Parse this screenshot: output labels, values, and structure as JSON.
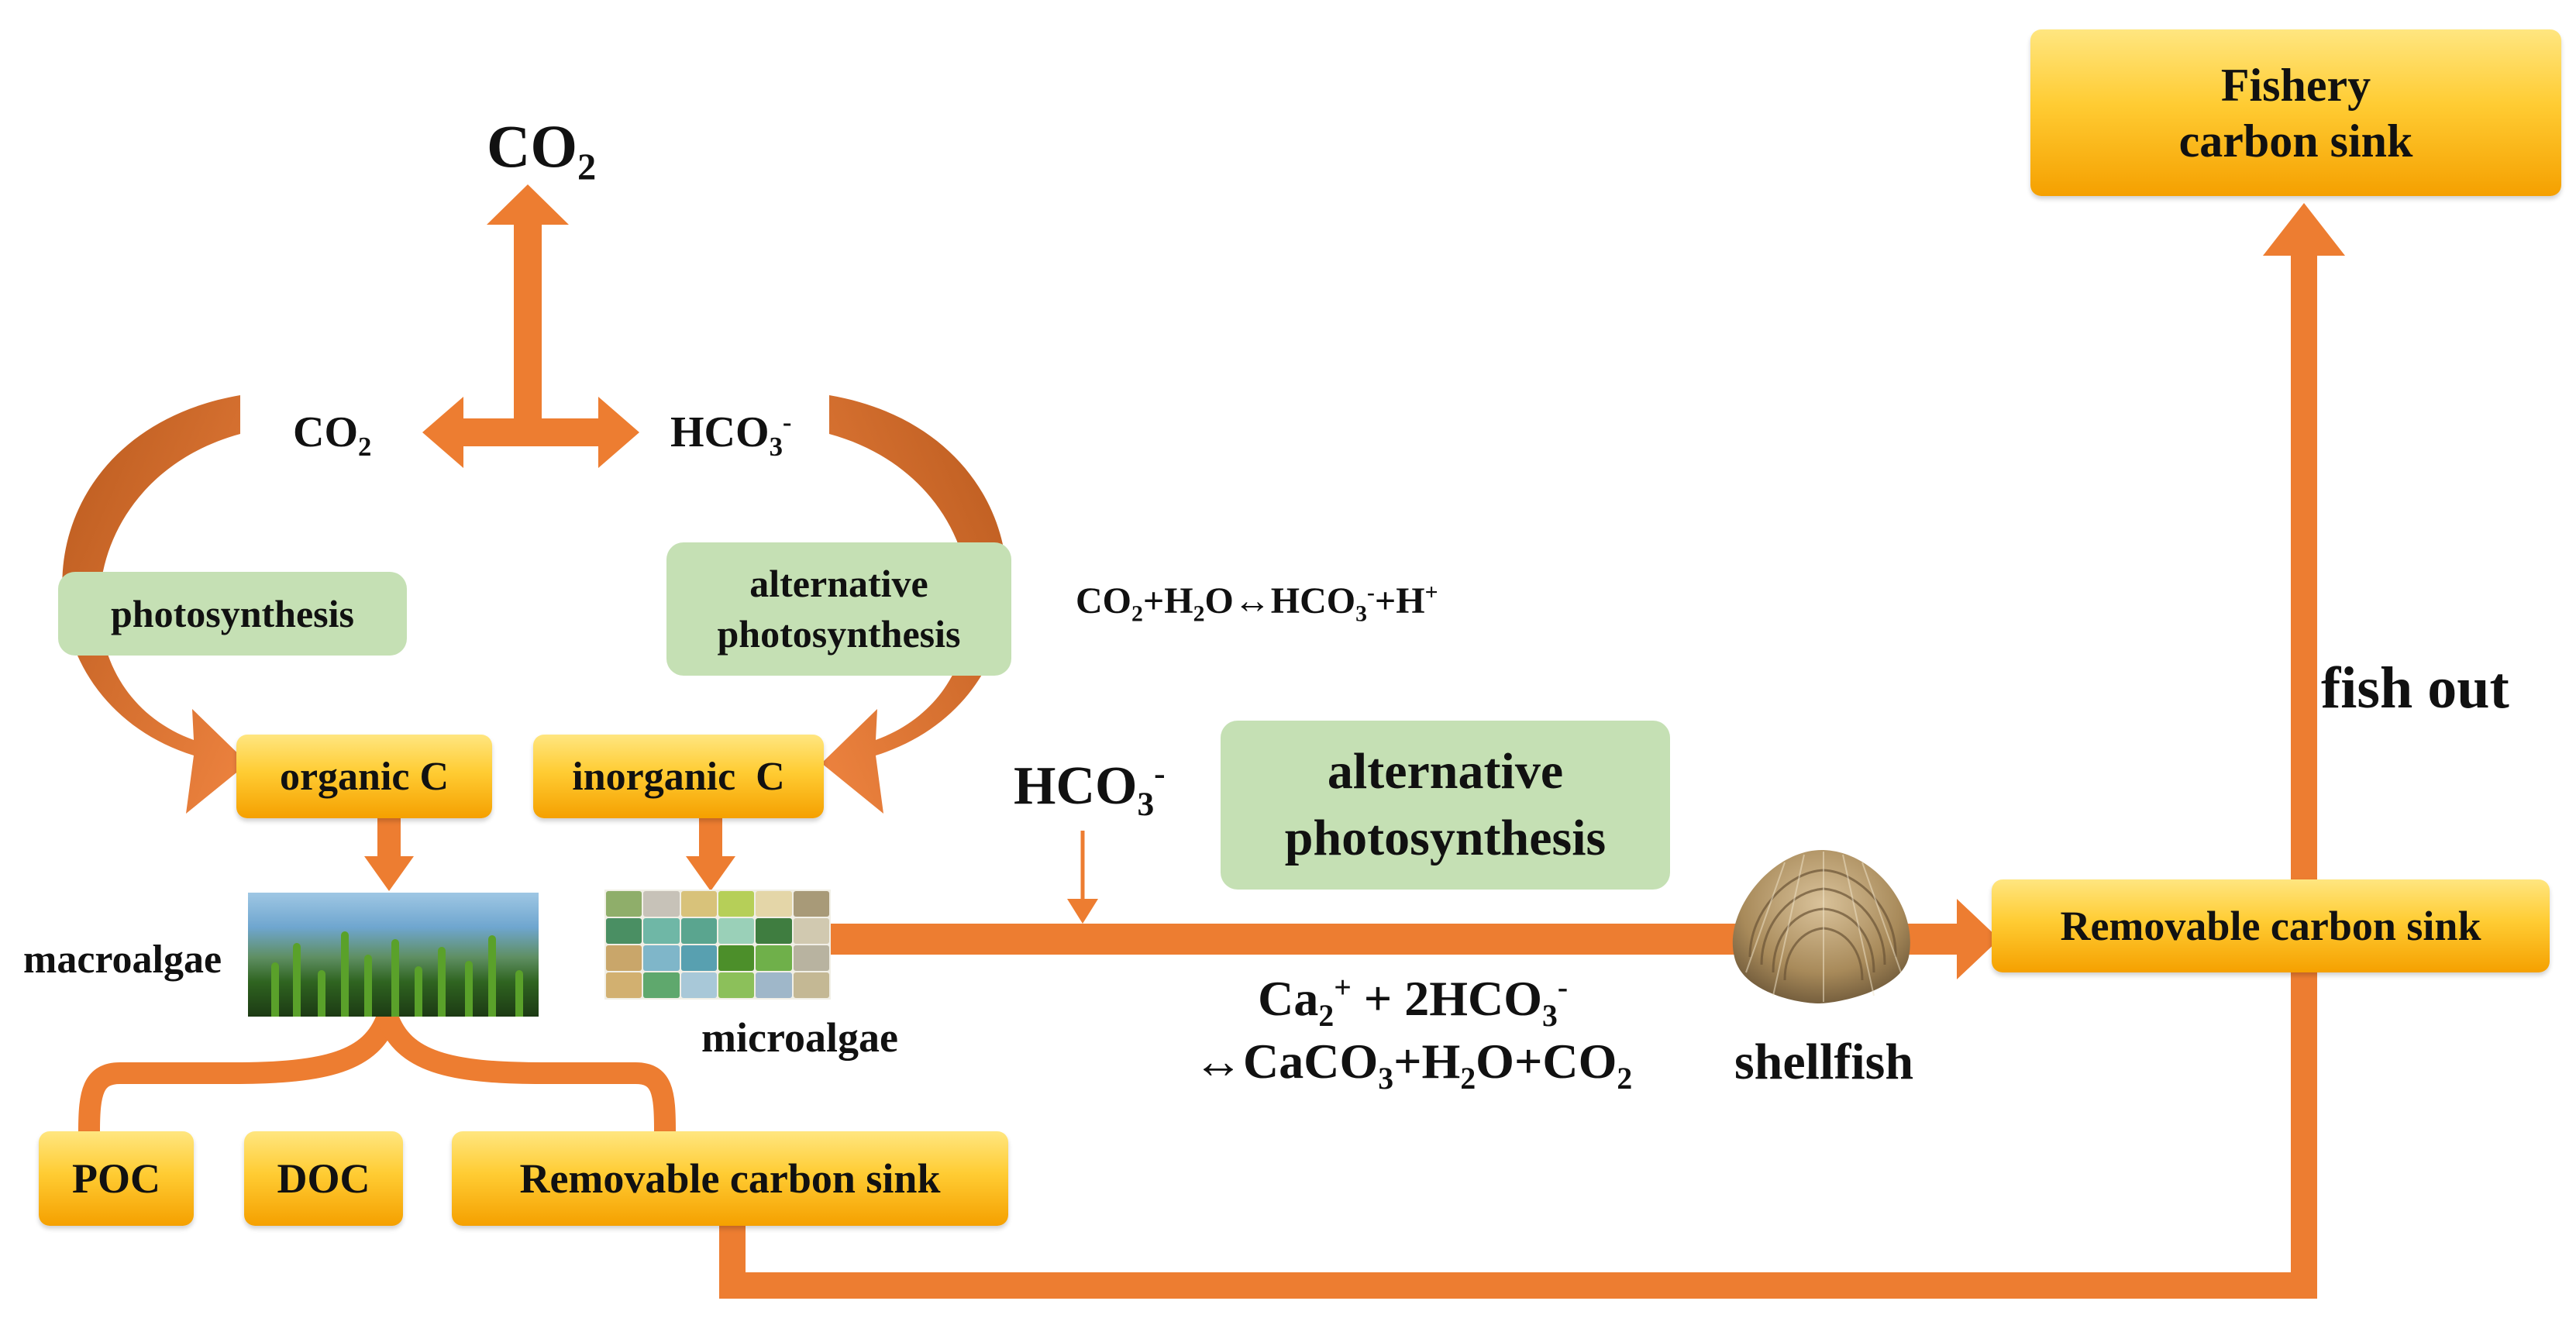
{
  "title_box": {
    "line1": "Fishery",
    "line2": "carbon sink"
  },
  "co2_top": {
    "base": "CO",
    "sub": "2"
  },
  "co2_mid": {
    "base": "CO",
    "sub": "2"
  },
  "hco3_mid": {
    "base": "HCO",
    "sub": "3",
    "sup": "-"
  },
  "photosynthesis_label": "photosynthesis",
  "alt_photosynthesis_small": {
    "line1": "alternative",
    "line2": "photosynthesis"
  },
  "alt_photosynthesis_large": {
    "line1": "alternative",
    "line2": "photosynthesis"
  },
  "equation1": {
    "a": "CO",
    "a_sub": "2",
    "b": "+H",
    "b_sub": "2",
    "c": "O↔HCO",
    "c_sub": "3",
    "c_sup": "-",
    "d": "+H",
    "d_sup": "+"
  },
  "organic_c": "organic C",
  "inorganic_c": "inorganic  C",
  "hco3_right": {
    "base": "HCO",
    "sub": "3",
    "sup": "-"
  },
  "macroalgae": "macroalgae",
  "microalgae": "microalgae",
  "equation2": {
    "line1_a": "Ca",
    "line1_a_sub": "2",
    "line1_a_sup": "+",
    "line1_b": " + 2HCO",
    "line1_b_sub": "3",
    "line1_b_sup": "-",
    "line2_a": "↔CaCO",
    "line2_a_sub": "3",
    "line2_b": "+H",
    "line2_b_sub": "2",
    "line2_c": "O+CO",
    "line2_c_sub": "2"
  },
  "shellfish": "shellfish",
  "removable_right": "Removable carbon sink",
  "removable_bottom": "Removable carbon sink",
  "poc": "POC",
  "doc": "DOC",
  "fish_out": "fish out",
  "colors": {
    "arrow": "#ed7d31",
    "arrow_dark": "#c5591a",
    "green_box": "#c5e0b4",
    "gold_top": "#ffe680",
    "gold_bottom": "#f5a000"
  }
}
